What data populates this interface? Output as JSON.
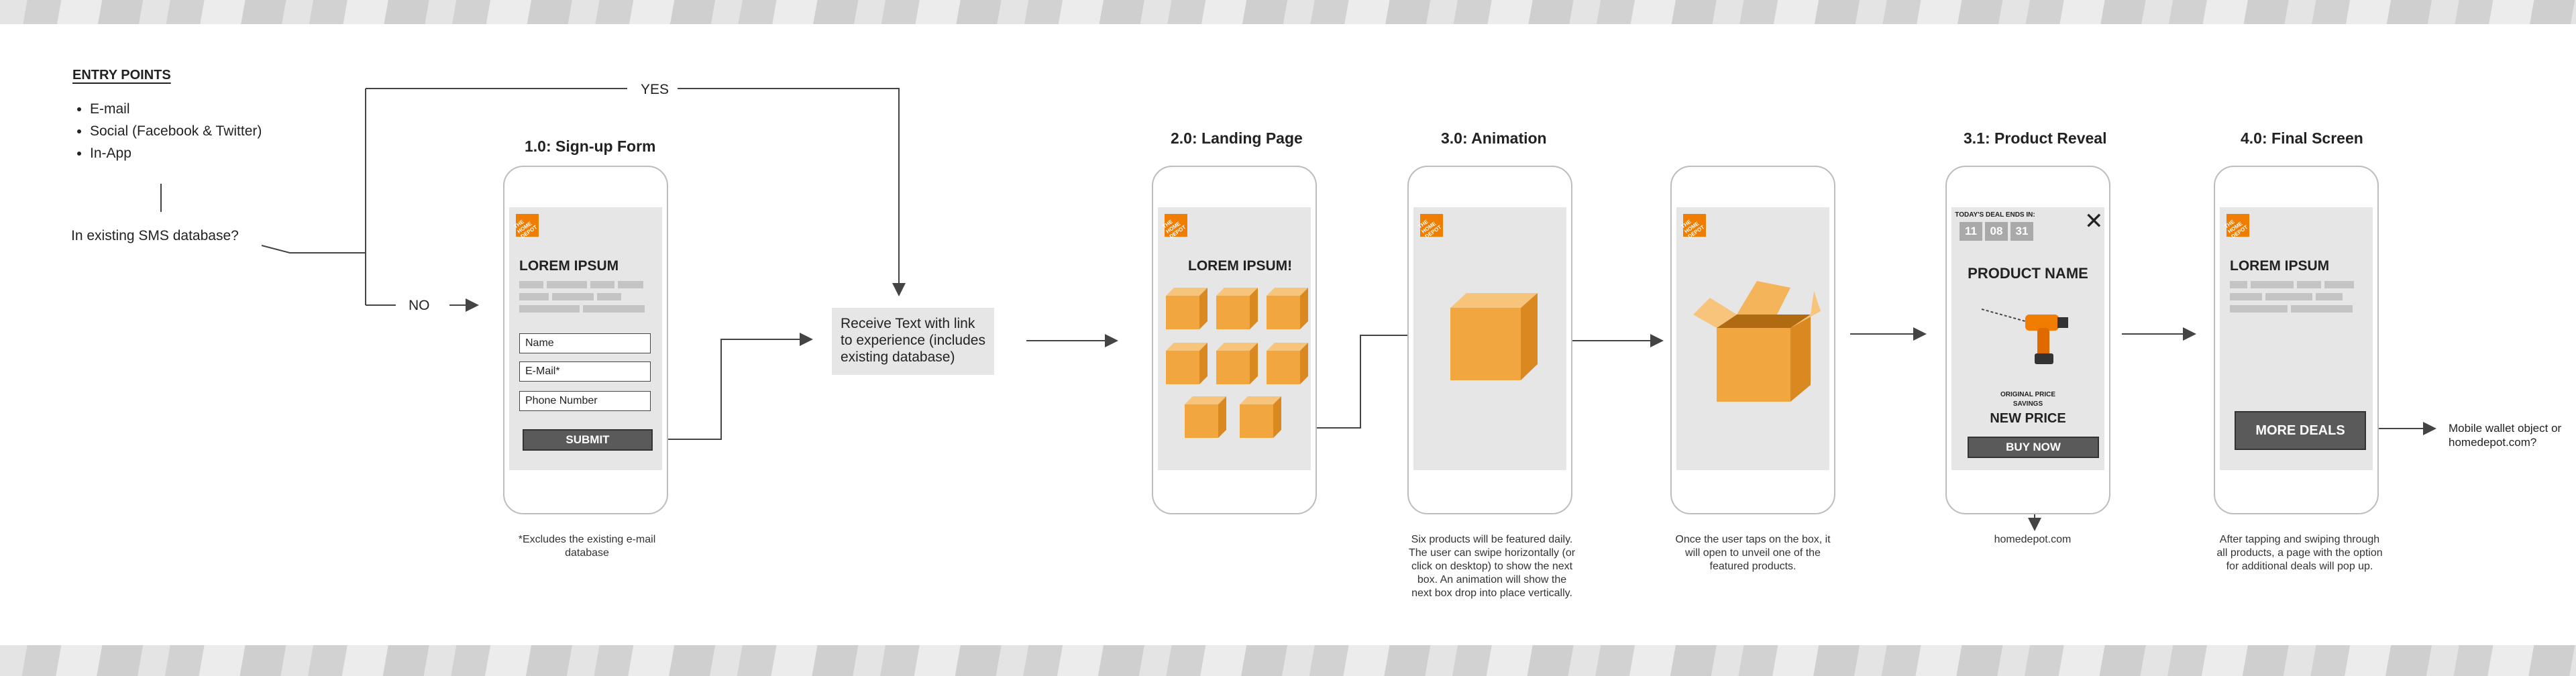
{
  "entry": {
    "heading": "ENTRY POINTS",
    "items": [
      "E-mail",
      "Social (Facebook & Twitter)",
      "In-App"
    ],
    "question": "In existing SMS database?",
    "yes_label": "YES",
    "no_label": "NO"
  },
  "receive_text": "Receive Text with link to experience (includes existing database)",
  "screens": {
    "signup": {
      "title": "1.0: Sign-up Form",
      "heading": "LOREM IPSUM",
      "fields": [
        "Name",
        "E-Mail*",
        "Phone Number"
      ],
      "submit": "SUBMIT",
      "caption": "*Excludes the existing e-mail database"
    },
    "landing": {
      "title": "2.0: Landing Page",
      "heading": "LOREM IPSUM!"
    },
    "animation": {
      "title": "3.0: Animation",
      "caption": "Six products will be featured daily. The user can swipe horizontally (or click on desktop) to show the next box. An animation will show the next box drop into place vertically.",
      "open_caption": "Once the user taps on the box, it will open to unveil one of the featured products."
    },
    "reveal": {
      "title": "3.1: Product Reveal",
      "deal_label": "TODAY'S DEAL ENDS IN:",
      "timer": [
        "11",
        "08",
        "31"
      ],
      "product_name": "PRODUCT NAME",
      "original_price": "ORIGINAL PRICE",
      "savings": "SAVINGS",
      "new_price": "NEW PRICE",
      "buy_now": "BUY NOW",
      "link": "homedepot.com"
    },
    "final": {
      "title": "4.0: Final Screen",
      "heading": "LOREM IPSUM",
      "more_deals": "MORE DEALS",
      "caption": "After tapping and swiping through all products, a page with the option for additional deals will pop up.",
      "side_note": "Mobile wallet object or homedepot.com?"
    }
  },
  "logo_text": "THE HOME DEPOT",
  "colors": {
    "orange": "#f07c00",
    "box": "#f0a845",
    "screen": "#e6e6e6",
    "dark_button": "#5a5a5a",
    "connector": "#444444"
  }
}
